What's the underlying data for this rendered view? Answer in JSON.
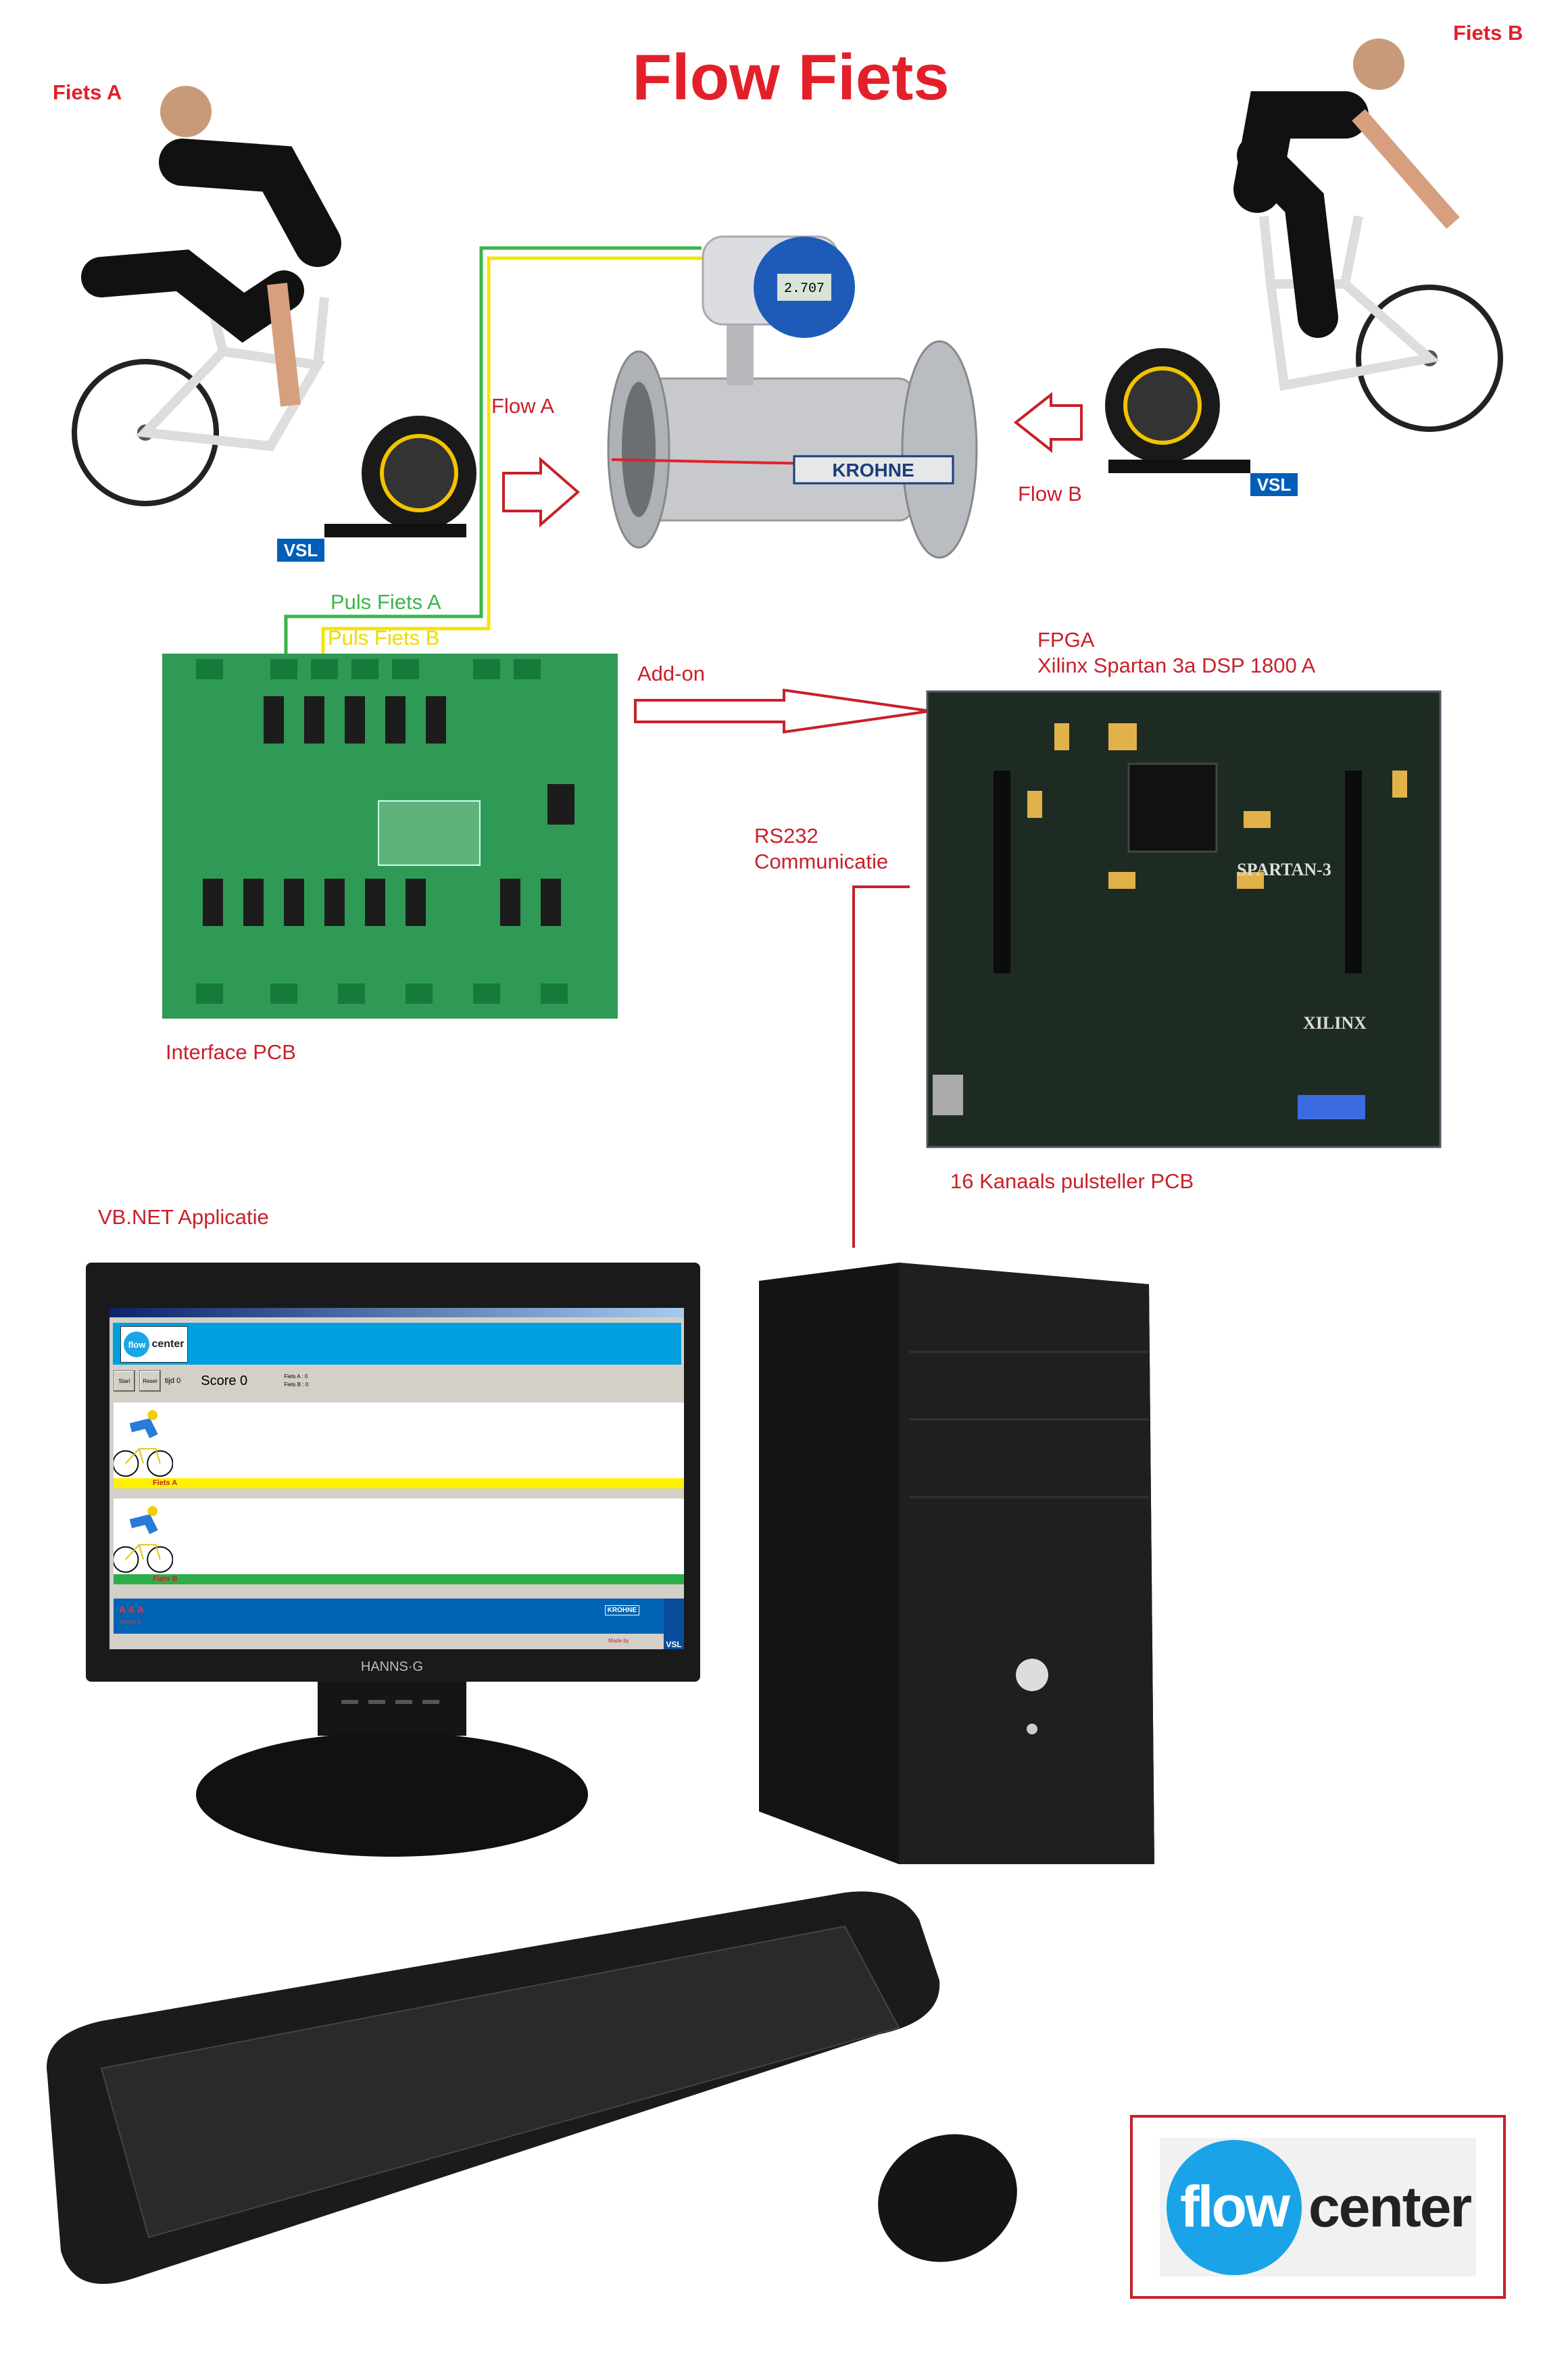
{
  "title": "Flow Fiets",
  "labels": {
    "fiets_a": "Fiets A",
    "fiets_b": "Fiets B",
    "flow_a": "Flow A",
    "flow_b": "Flow B",
    "puls_a": "Puls Fiets A",
    "puls_b": "Puls Fiets B",
    "add_on": "Add-on",
    "fpga_1": "FPGA",
    "fpga_2": "Xilinx Spartan 3a DSP 1800 A",
    "rs232_1": "RS232",
    "rs232_2": "Communicatie",
    "interface_pcb": "Interface PCB",
    "pulsteller": "16 Kanaals pulsteller PCB",
    "vbnet": "VB.NET Applicatie"
  },
  "product_marks": {
    "vsl": "VSL",
    "krohne": "KROHNE",
    "spartan": "SPARTAN-3",
    "xilinx": "XILINX",
    "monitor_brand": "HANNS·G",
    "meter_display": "2.707"
  },
  "app": {
    "logo_flow": "flow",
    "logo_center": "center",
    "start": "Start",
    "reset": "Reset",
    "tijd": "tijd 0",
    "score": "Score 0",
    "count_a": "Fiets A : 0",
    "count_b": "Fiets B : 0",
    "lane_a": "Fiets A",
    "lane_b": "Fiets B",
    "footer_aa": "A & A",
    "footer_design": "Design X",
    "footer_krohne": "KROHNE",
    "footer_made": "Made by",
    "footer_vsl": "VSL"
  },
  "logo": {
    "flow": "flow",
    "center": "center"
  },
  "colors": {
    "accent_red": "#e3202a",
    "wire_green": "#3bb54a",
    "wire_yellow": "#f2e600",
    "app_blue": "#009fe0"
  }
}
